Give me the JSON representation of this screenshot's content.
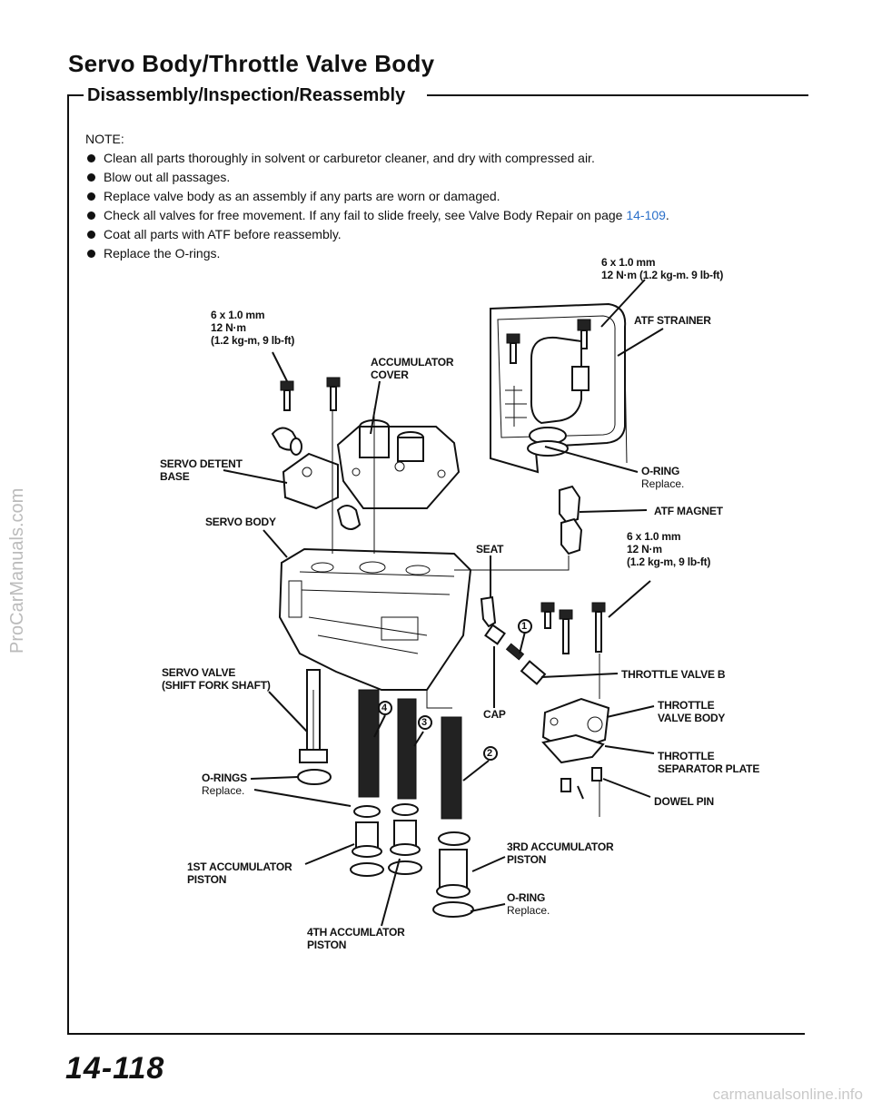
{
  "page": {
    "title": "Servo Body/Throttle Valve Body",
    "subtitle": "Disassembly/Inspection/Reassembly",
    "note_heading": "NOTE:",
    "notes": [
      "Clean all parts thoroughly in solvent or carburetor cleaner, and dry with compressed air.",
      "Blow out all passages.",
      "Replace valve body as an assembly if any parts are worn or damaged.",
      "Check all valves for free movement. If any fail to slide freely, see Valve Body Repair on page ",
      "Coat all parts with ATF before reassembly.",
      "Replace the O-rings."
    ],
    "note_link": "14-109",
    "note_link_suffix": ".",
    "page_number": "14-118",
    "watermark": "ProCarManuals.com",
    "footer": "carmanualsonline.info"
  },
  "labels": {
    "bolt_top_right": "6 x 1.0 mm\n12 N·m (1.2 kg-m. 9 lb-ft)",
    "bolt_left": "6 x 1.0 mm\n12 N·m\n(1.2 kg-m, 9 lb-ft)",
    "bolt_right": "6 x 1.0 mm\n12 N·m\n(1.2 kg-m, 9 lb-ft)",
    "atf_strainer": "ATF STRAINER",
    "accumulator_cover": "ACCUMULATOR\nCOVER",
    "servo_detent_base": "SERVO DETENT\nBASE",
    "o_ring_top": "O-RING",
    "o_ring_top_note": "Replace.",
    "atf_magnet": "ATF MAGNET",
    "servo_body": "SERVO BODY",
    "seat": "SEAT",
    "servo_valve": "SERVO VALVE\n(SHIFT FORK SHAFT)",
    "throttle_valve_b": "THROTTLE VALVE B",
    "cap": "CAP",
    "throttle_valve_body": "THROTTLE\nVALVE BODY",
    "o_rings": "O-RINGS",
    "o_rings_note": "Replace.",
    "throttle_separator_plate": "THROTTLE\nSEPARATOR PLATE",
    "dowel_pin": "DOWEL PIN",
    "first_accumulator_piston": "1ST ACCUMULATOR\nPISTON",
    "third_accumulator_piston": "3RD ACCUMULATOR\nPISTON",
    "o_ring_bottom": "O-RING",
    "o_ring_bottom_note": "Replace.",
    "fourth_accumulator_piston": "4TH ACCUMLATOR\nPISTON",
    "callout_1": "1",
    "callout_2": "2",
    "callout_3": "3",
    "callout_4": "4"
  }
}
